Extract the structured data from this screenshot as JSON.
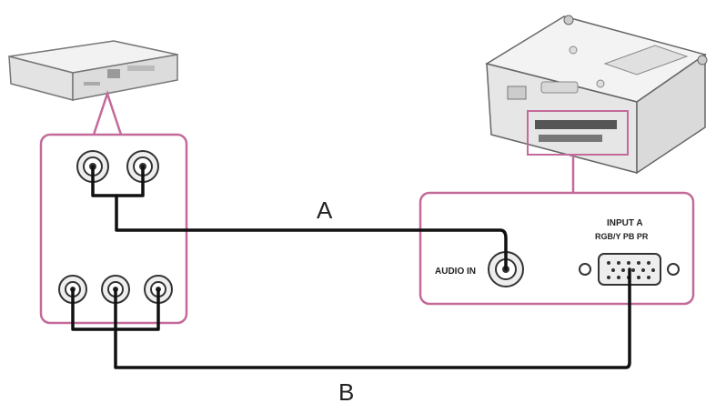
{
  "labels": {
    "cable_a": "A",
    "cable_b": "B",
    "audio_in": "AUDIO IN",
    "input_a_line1": "INPUT A",
    "input_a_line2": "RGB/Y PB PR"
  },
  "colors": {
    "panel_border": "#c46a9a",
    "cable": "#111111",
    "device_fill": "#eeeeee",
    "device_stroke": "#666666"
  },
  "icons": [
    "av-device-icon",
    "projector-icon",
    "rca-jack-icon",
    "minijack-icon",
    "vga-port-icon"
  ]
}
